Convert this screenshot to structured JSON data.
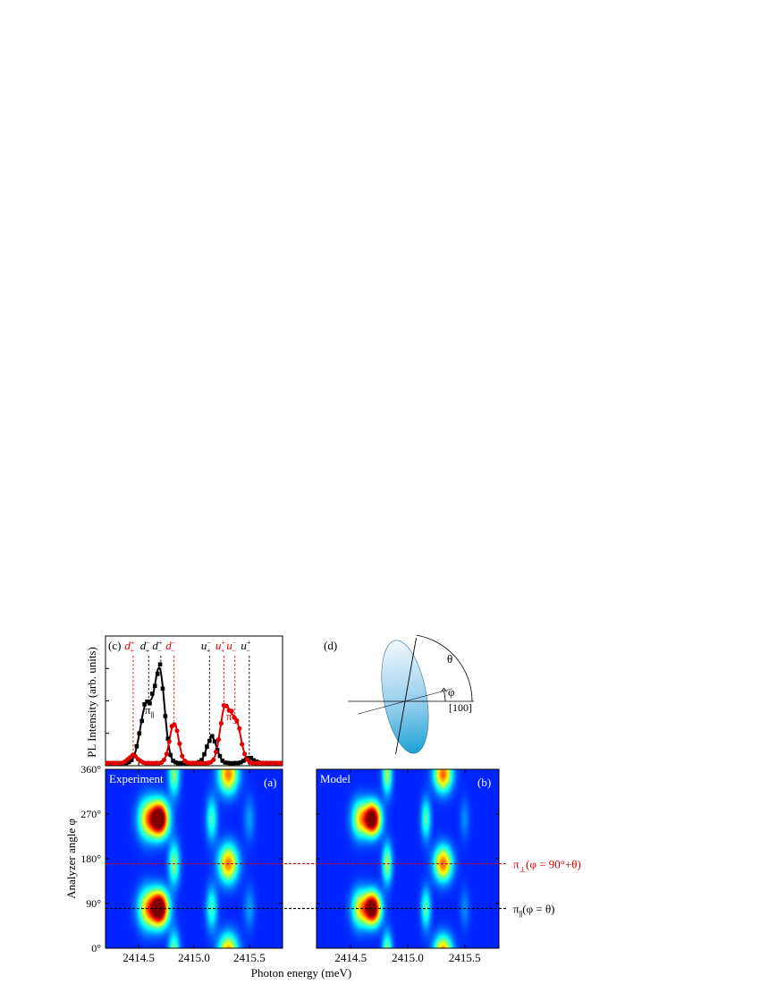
{
  "figure": {
    "xlabel": "Photon energy (meV)",
    "ylabel_angle": "Analyzer angle  φ",
    "ylabel_pl": "PL Intensity (arb. units)"
  },
  "chart_data": [
    {
      "id": "c",
      "panel_label": "(c)",
      "type": "line",
      "x_range": [
        2414.2,
        2415.8
      ],
      "ylim": [
        0,
        1.0
      ],
      "series": [
        {
          "name": "π∥",
          "color": "#000000",
          "marker": "square",
          "peaks": [
            {
              "x": 2414.57,
              "height": 0.45,
              "width": 0.055
            },
            {
              "x": 2414.69,
              "height": 0.69,
              "width": 0.045
            },
            {
              "x": 2415.16,
              "height": 0.2,
              "width": 0.045
            },
            {
              "x": 2415.5,
              "height": 0.04,
              "width": 0.04
            }
          ],
          "baseline": 0.02
        },
        {
          "name": "π⊥",
          "color": "#e00000",
          "marker": "circle",
          "peaks": [
            {
              "x": 2414.45,
              "height": 0.06,
              "width": 0.04
            },
            {
              "x": 2414.82,
              "height": 0.31,
              "width": 0.04
            },
            {
              "x": 2415.28,
              "height": 0.42,
              "width": 0.045
            },
            {
              "x": 2415.38,
              "height": 0.31,
              "width": 0.045
            }
          ],
          "baseline": 0.02
        }
      ],
      "annotations": [
        {
          "base": "d",
          "sup": "+",
          "sub": "+",
          "x": 2414.45,
          "color": "#e00000"
        },
        {
          "base": "d",
          "sup": "−",
          "sub": "+",
          "x": 2414.59,
          "color": "#000000"
        },
        {
          "base": "d",
          "sup": "+",
          "sub": "−",
          "x": 2414.7,
          "color": "#000000"
        },
        {
          "base": "d",
          "sup": "−",
          "sub": "−",
          "x": 2414.82,
          "color": "#e00000"
        },
        {
          "base": "u",
          "sup": "−",
          "sub": "+",
          "x": 2415.14,
          "color": "#000000"
        },
        {
          "base": "u",
          "sup": "+",
          "sub": "+",
          "x": 2415.27,
          "color": "#e00000"
        },
        {
          "base": "u",
          "sup": "−",
          "sub": "−",
          "x": 2415.37,
          "color": "#e00000"
        },
        {
          "base": "u",
          "sup": "+",
          "sub": "−",
          "x": 2415.5,
          "color": "#000000"
        }
      ]
    },
    {
      "id": "a",
      "panel_label": "(a)",
      "title": "Experiment",
      "type": "heatmap",
      "x_range": [
        2414.2,
        2415.8
      ],
      "ylim": [
        0,
        360
      ],
      "yticks": [
        "0°",
        "90°",
        "180°",
        "270°",
        "360°"
      ],
      "xticks": [
        "2414.5",
        "2415.0",
        "2415.5"
      ],
      "xtick_values": [
        2414.5,
        2415.0,
        2415.5
      ],
      "spots": [
        {
          "x": 2414.69,
          "y": 80,
          "amp": 1.0,
          "sx": 0.055,
          "sy": 24
        },
        {
          "x": 2414.69,
          "y": 260,
          "amp": 1.0,
          "sx": 0.055,
          "sy": 24
        },
        {
          "x": 2414.58,
          "y": 80,
          "amp": 0.5,
          "sx": 0.06,
          "sy": 28
        },
        {
          "x": 2414.58,
          "y": 260,
          "amp": 0.5,
          "sx": 0.06,
          "sy": 28
        },
        {
          "x": 2414.82,
          "y": 170,
          "amp": 0.35,
          "sx": 0.035,
          "sy": 30
        },
        {
          "x": 2414.82,
          "y": 350,
          "amp": 0.35,
          "sx": 0.035,
          "sy": 30
        },
        {
          "x": 2414.82,
          "y": -10,
          "amp": 0.35,
          "sx": 0.035,
          "sy": 30
        },
        {
          "x": 2415.16,
          "y": 80,
          "amp": 0.28,
          "sx": 0.035,
          "sy": 30
        },
        {
          "x": 2415.16,
          "y": 260,
          "amp": 0.28,
          "sx": 0.035,
          "sy": 30
        },
        {
          "x": 2415.31,
          "y": 170,
          "amp": 0.6,
          "sx": 0.06,
          "sy": 26
        },
        {
          "x": 2415.31,
          "y": 350,
          "amp": 0.6,
          "sx": 0.06,
          "sy": 26
        },
        {
          "x": 2415.31,
          "y": -10,
          "amp": 0.6,
          "sx": 0.06,
          "sy": 26
        },
        {
          "x": 2415.5,
          "y": 80,
          "amp": 0.12,
          "sx": 0.035,
          "sy": 30
        },
        {
          "x": 2415.5,
          "y": 260,
          "amp": 0.12,
          "sx": 0.035,
          "sy": 30
        }
      ]
    },
    {
      "id": "b",
      "panel_label": "(b)",
      "title": "Model",
      "type": "heatmap",
      "x_range": [
        2414.2,
        2415.8
      ],
      "ylim": [
        0,
        360
      ],
      "xticks": [
        "2414.5",
        "2415.0",
        "2415.5"
      ],
      "xtick_values": [
        2414.5,
        2415.0,
        2415.5
      ],
      "spots": [
        {
          "x": 2414.69,
          "y": 80,
          "amp": 1.0,
          "sx": 0.05,
          "sy": 22
        },
        {
          "x": 2414.69,
          "y": 260,
          "amp": 1.0,
          "sx": 0.05,
          "sy": 22
        },
        {
          "x": 2414.58,
          "y": 80,
          "amp": 0.45,
          "sx": 0.05,
          "sy": 26
        },
        {
          "x": 2414.58,
          "y": 260,
          "amp": 0.45,
          "sx": 0.05,
          "sy": 26
        },
        {
          "x": 2414.82,
          "y": 170,
          "amp": 0.38,
          "sx": 0.03,
          "sy": 28
        },
        {
          "x": 2414.82,
          "y": 350,
          "amp": 0.38,
          "sx": 0.03,
          "sy": 28
        },
        {
          "x": 2414.82,
          "y": -10,
          "amp": 0.38,
          "sx": 0.03,
          "sy": 28
        },
        {
          "x": 2415.16,
          "y": 80,
          "amp": 0.3,
          "sx": 0.03,
          "sy": 28
        },
        {
          "x": 2415.16,
          "y": 260,
          "amp": 0.3,
          "sx": 0.03,
          "sy": 28
        },
        {
          "x": 2415.31,
          "y": 170,
          "amp": 0.62,
          "sx": 0.055,
          "sy": 24
        },
        {
          "x": 2415.31,
          "y": 350,
          "amp": 0.62,
          "sx": 0.055,
          "sy": 24
        },
        {
          "x": 2415.31,
          "y": -10,
          "amp": 0.62,
          "sx": 0.055,
          "sy": 24
        },
        {
          "x": 2415.5,
          "y": 80,
          "amp": 0.1,
          "sx": 0.03,
          "sy": 28
        },
        {
          "x": 2415.5,
          "y": 260,
          "amp": 0.1,
          "sx": 0.03,
          "sy": 28
        }
      ]
    }
  ],
  "reference_lines": [
    {
      "name": "perp",
      "y": 170,
      "color": "#e00000",
      "label": "π⊥(φ = 90°+θ)"
    },
    {
      "name": "par",
      "y": 80,
      "color": "#000000",
      "label": "π∥(φ = θ)"
    }
  ],
  "diagram_d": {
    "panel_label": "(d)",
    "theta_label": "θ",
    "phi_label": "φ",
    "axis_label": "[100]",
    "theta_deg": 80,
    "phi_deg": 15
  }
}
